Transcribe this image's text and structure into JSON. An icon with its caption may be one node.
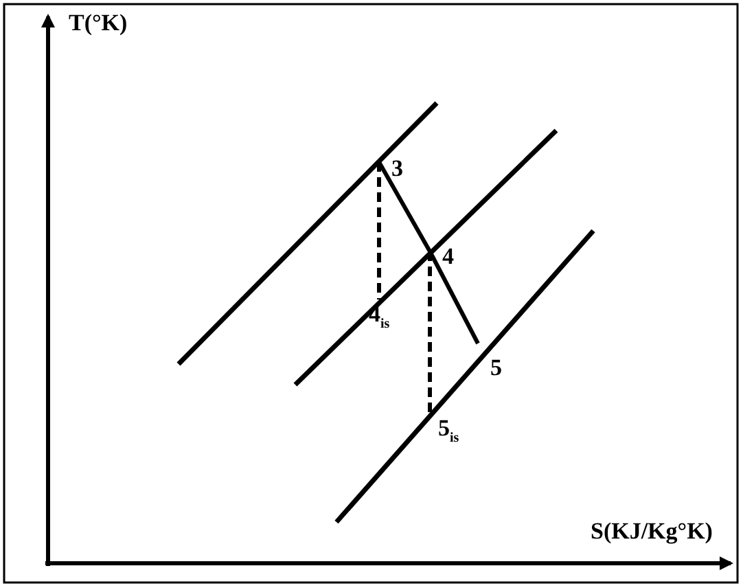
{
  "diagram": {
    "nodes": [
      {
        "text": [
          "3"
        ]
      },
      {
        "text": [
          "4"
        ]
      },
      {
        "text": [
          "4$_{is}$"
        ]
      },
      {
        "text": [
          "5"
        ]
      },
      {
        "text": [
          "5$_{is}$"
        ]
      }
    ],
    "edges": [
      {
        "from": 0,
        "to": 1,
        "arrow": "none"
      },
      {
        "from": 1,
        "to": 3,
        "arrow": "none"
      },
      {
        "from": 0,
        "to": 2,
        "arrow": "none",
        "style": "dashed"
      },
      {
        "from": 1,
        "to": 4,
        "arrow": "none",
        "style": "dashed"
      }
    ],
    "labels": [
      "T(°K)",
      "S(KJ/Kg°K)"
    ]
  }
}
